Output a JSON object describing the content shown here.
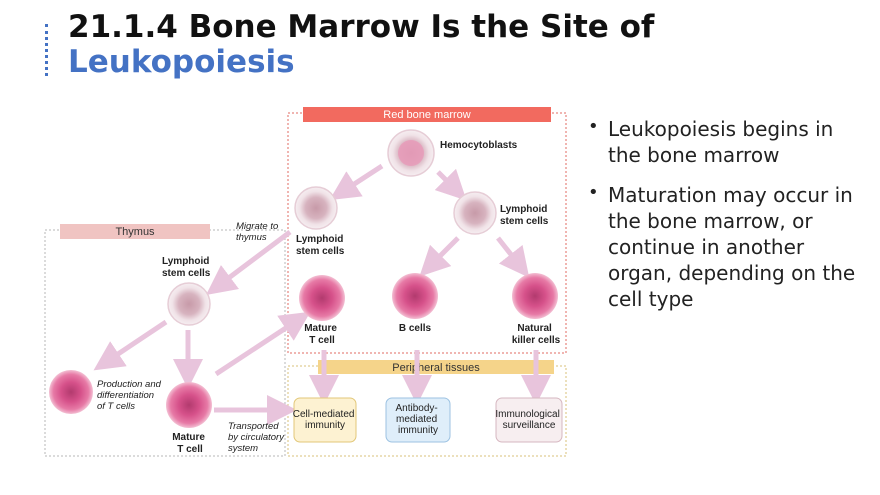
{
  "slide": {
    "title_line1": "21.1.4 Bone Marrow Is the Site of",
    "title_line2": "Leukopoiesis"
  },
  "bullets": [
    "Leukopoiesis begins in the bone marrow",
    "Maturation may occur in the bone marrow, or continue in another organ, depending on the cell type"
  ],
  "diagram": {
    "red_bone_marrow": "Red bone marrow",
    "thymus": "Thymus",
    "peripheral_tissues": "Peripheral tissues",
    "hemocytoblasts": "Hemocytoblasts",
    "lymphoid_stem_left": [
      "Lymphoid",
      "stem cells"
    ],
    "lymphoid_stem_right": [
      "Lymphoid",
      "stem cells"
    ],
    "lymphoid_stem_thymus": [
      "Lymphoid",
      "stem cells"
    ],
    "migrate": [
      "Migrate to",
      "thymus"
    ],
    "mature_t_marrow": [
      "Mature",
      "T cell"
    ],
    "b_cells": "B cells",
    "nk_cells": [
      "Natural",
      "killer cells"
    ],
    "production": [
      "Production and",
      "differentiation",
      "of T cells"
    ],
    "mature_t_thymus": [
      "Mature",
      "T cell"
    ],
    "transported": [
      "Transported",
      "by circulatory",
      "system"
    ],
    "cell_mediated": [
      "Cell-mediated",
      "immunity"
    ],
    "antibody_mediated": [
      "Antibody-",
      "mediated",
      "immunity"
    ],
    "immunological": [
      "Immunological",
      "surveillance"
    ],
    "colors": {
      "red_header": "#f26a5f",
      "thymus_header": "#f0c4c2",
      "peripheral_header": "#f5d48a",
      "arrow": "#e8c4dc",
      "cell_pink": "#e4679a",
      "cell_light": "#dcc4cc"
    }
  }
}
